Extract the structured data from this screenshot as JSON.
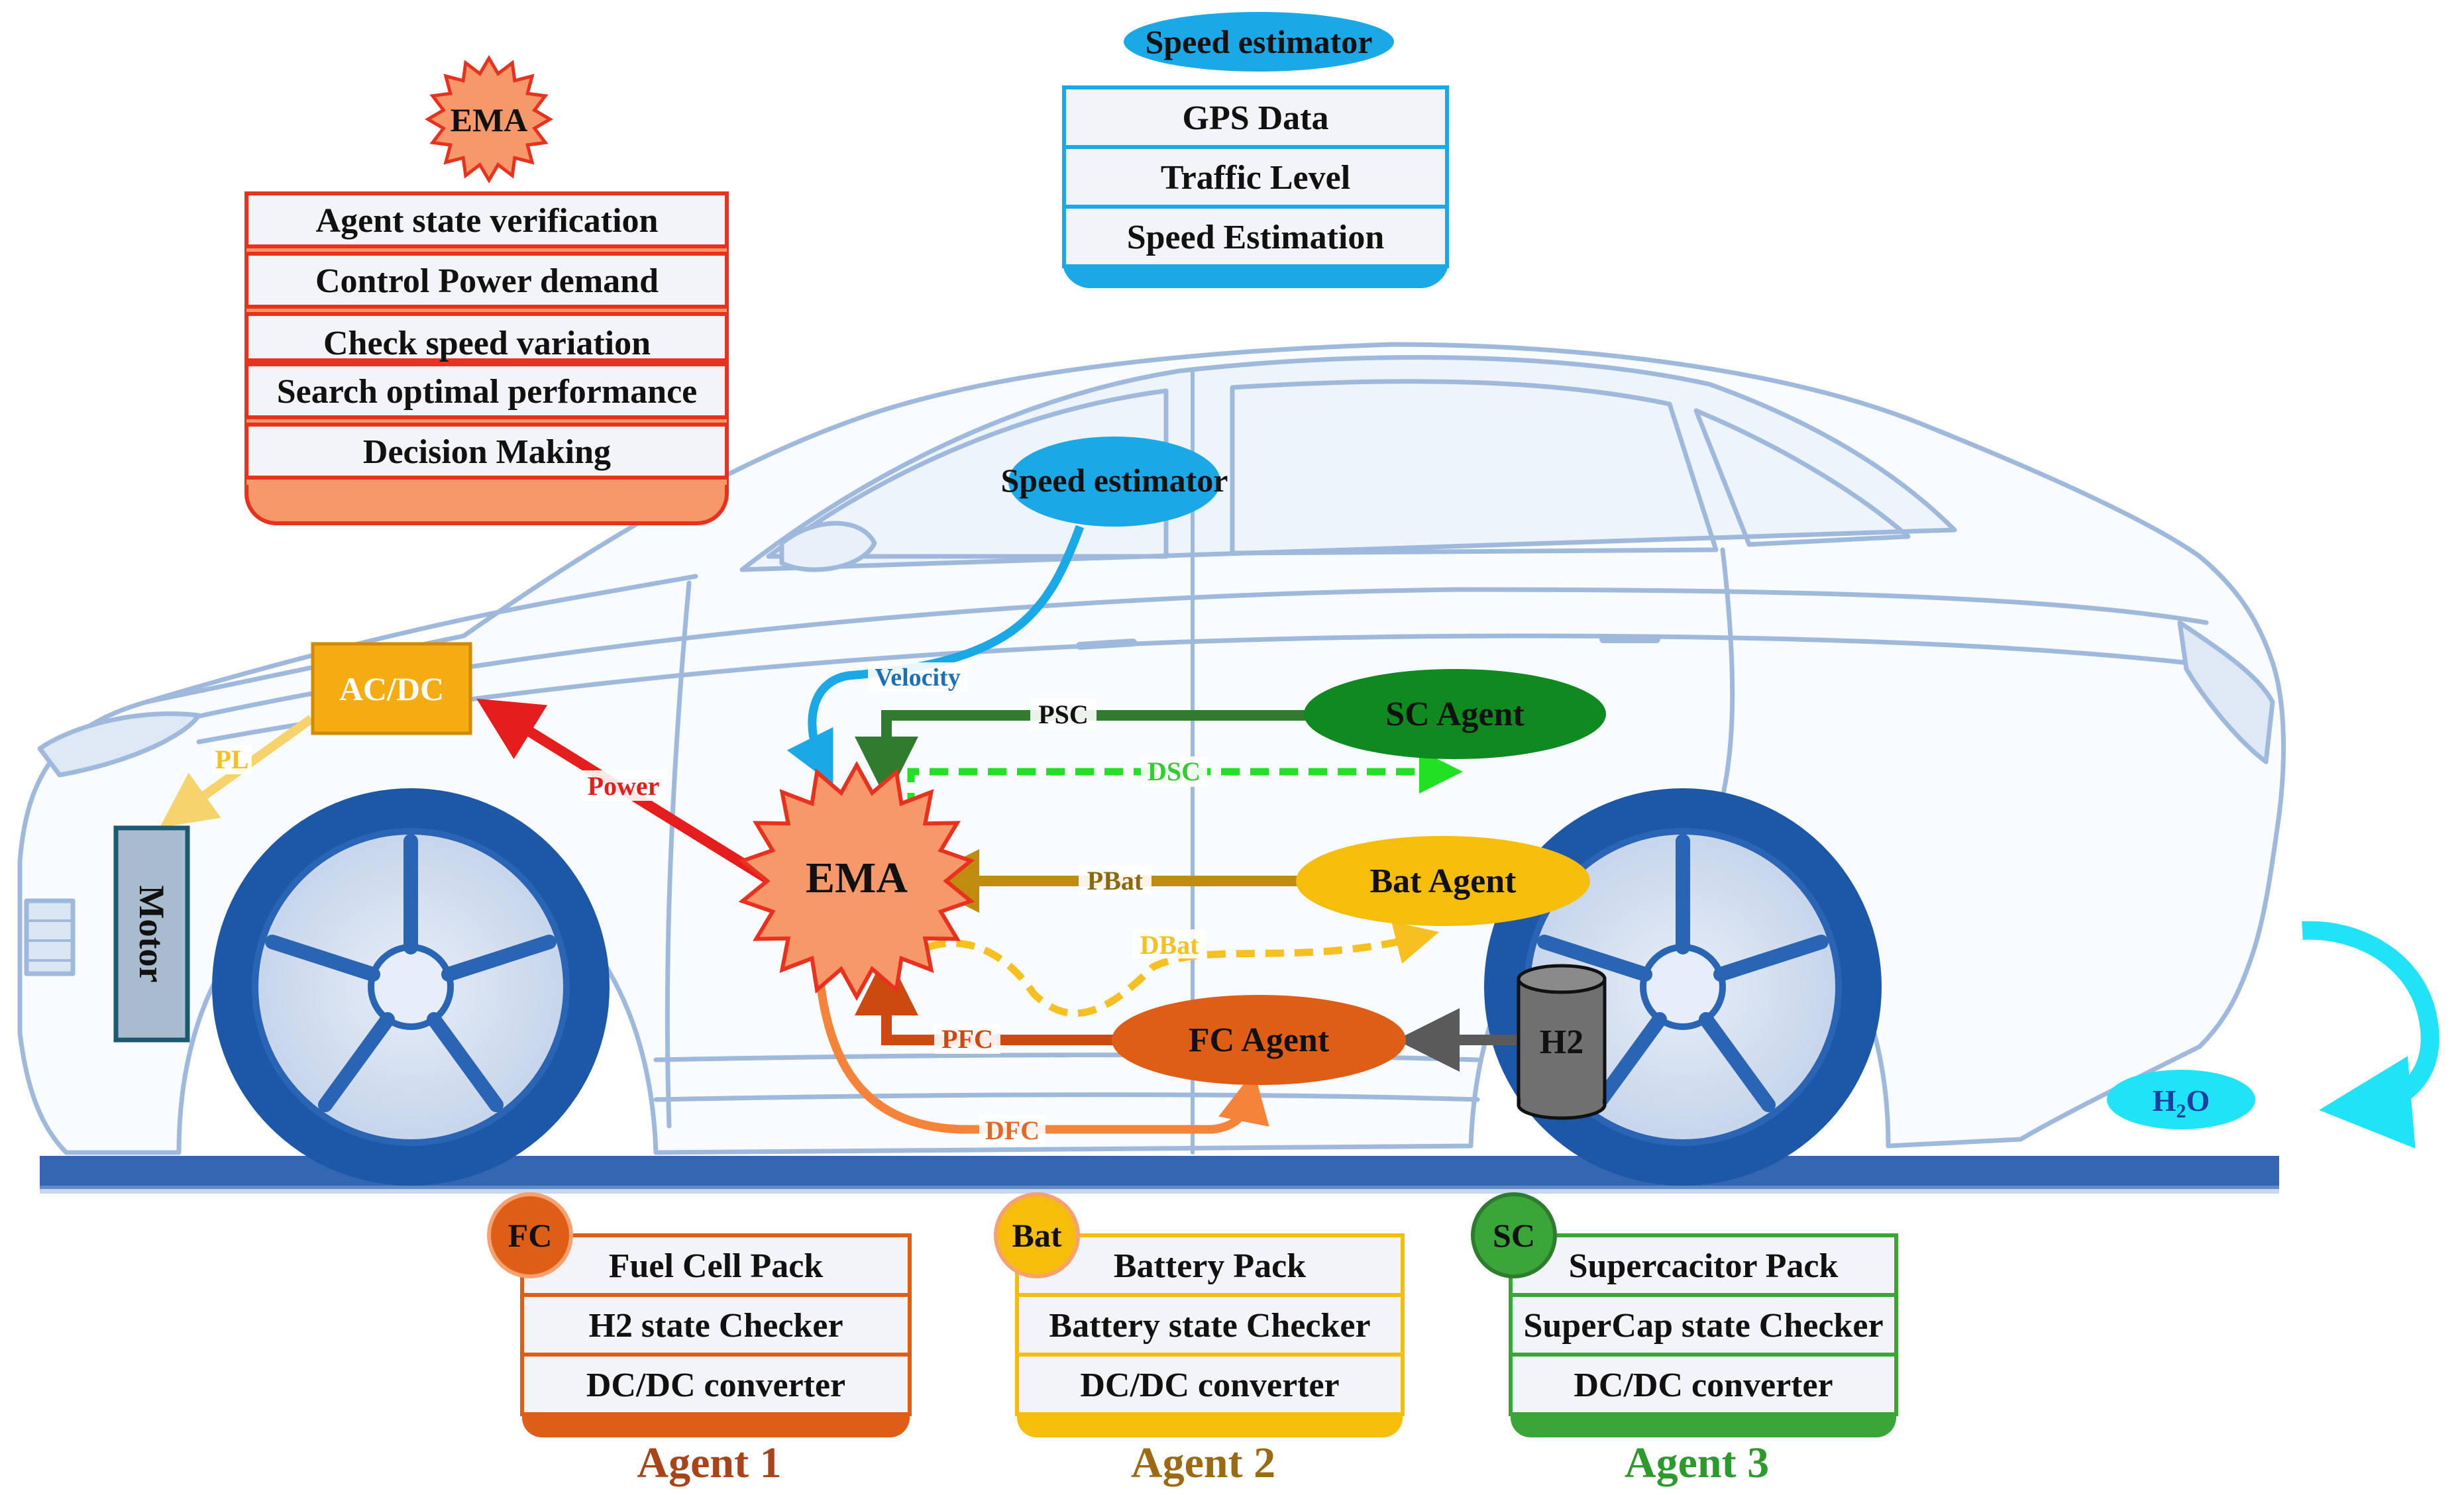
{
  "ema_panel": {
    "badge": "EMA",
    "rows": [
      "Agent state verification",
      "Control Power demand",
      "Check speed variation",
      "Search optimal performance",
      "Decision Making"
    ]
  },
  "speed_panel": {
    "title": "Speed estimator",
    "rows": [
      "GPS Data",
      "Traffic Level",
      "Speed Estimation"
    ]
  },
  "center": {
    "speed_estimator": "Speed estimator",
    "velocity": "Velocity",
    "ema": "EMA",
    "sc_agent": "SC Agent",
    "bat_agent": "Bat Agent",
    "fc_agent": "FC Agent",
    "h2": "H2",
    "acdc": "AC/DC",
    "motor": "Motor",
    "h2o_main": "H",
    "h2o_sub": "2",
    "h2o_tail": "O"
  },
  "flows": {
    "psc": "PSC",
    "dsc": "DSC",
    "pbat": "PBat",
    "dbat": "DBat",
    "pfc": "PFC",
    "dfc": "DFC",
    "power": "Power",
    "pl": "PL"
  },
  "agents": [
    {
      "badge": "FC",
      "rows": [
        "Fuel Cell Pack",
        "H2 state Checker",
        "DC/DC converter"
      ],
      "label": "Agent 1"
    },
    {
      "badge": "Bat",
      "rows": [
        "Battery Pack",
        "Battery state Checker",
        "DC/DC converter"
      ],
      "label": "Agent 2"
    },
    {
      "badge": "SC",
      "rows": [
        "Supercacitor Pack",
        "SuperCap state Checker",
        "DC/DC converter"
      ],
      "label": "Agent 3"
    }
  ],
  "colors": {
    "ema": "#f7986a",
    "ema_border": "#e8321e",
    "speed": "#1aa8e6",
    "sc": "#0e8a1e",
    "bat": "#f5be0a",
    "fc": "#dd5e14",
    "acdc": "#f5ab12",
    "motor": "#a9bccd",
    "car_line": "#9fb9dc",
    "h2o": "#21e3f7"
  }
}
